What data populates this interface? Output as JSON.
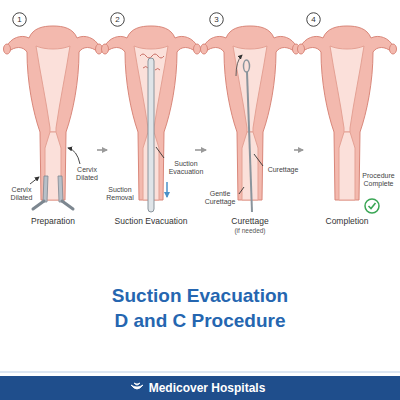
{
  "diagram": {
    "title": "Suction Evacuation D and C Procedure",
    "nodes": [
      {
        "text": [
          "Preparation"
        ]
      },
      {
        "text": [
          "1"
        ],
        "in": 0
      },
      {
        "text": [
          "Suction Evacuation"
        ]
      },
      {
        "text": [
          "2"
        ],
        "in": 2
      },
      {
        "text": [
          "Curettage",
          "(if needed)"
        ]
      },
      {
        "text": [
          "3"
        ],
        "in": 4
      },
      {
        "text": [
          "Completion"
        ]
      },
      {
        "text": [
          "4"
        ],
        "in": 6
      },
      {
        "text": [
          "Medicover Hospitals"
        ]
      }
    ],
    "edges": [
      {
        "from": 0,
        "to": 2,
        "arrow": "to"
      },
      {
        "from": 2,
        "to": 4,
        "arrow": "to"
      },
      {
        "from": 4,
        "to": 6,
        "arrow": "to"
      }
    ],
    "labels": [
      "Cervix Dilated",
      "Cervix Dilated",
      "Suction Evacuation",
      "Suction Removal",
      "Gentle Curettage",
      "Curettage",
      "Procedure Complete"
    ]
  }
}
